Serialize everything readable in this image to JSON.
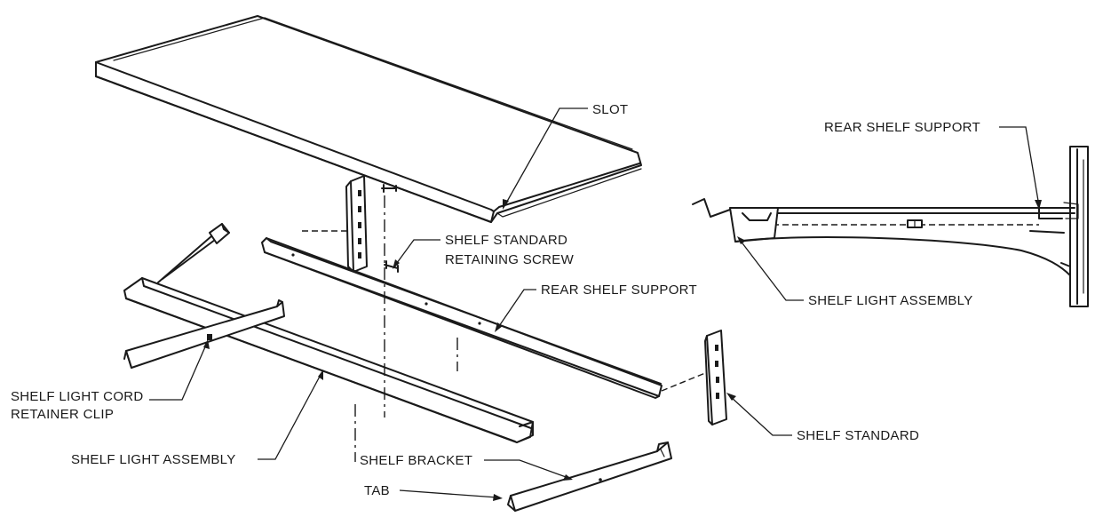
{
  "labels": {
    "slot": "SLOT",
    "shelf_standard_retaining_screw_line1": "SHELF STANDARD",
    "shelf_standard_retaining_screw_line2": "RETAINING SCREW",
    "rear_shelf_support": "REAR SHELF SUPPORT",
    "shelf_light_cord_retainer_clip_line1": "SHELF LIGHT CORD",
    "shelf_light_cord_retainer_clip_line2": "RETAINER CLIP",
    "shelf_light_assembly": "SHELF LIGHT ASSEMBLY",
    "shelf_bracket": "SHELF BRACKET",
    "tab": "TAB",
    "shelf_standard": "SHELF STANDARD",
    "side_rear_shelf_support": "REAR SHELF SUPPORT",
    "side_shelf_light_assembly": "SHELF LIGHT ASSEMBLY"
  },
  "colors": {
    "line": "#1a1a1a",
    "background": "#ffffff"
  }
}
